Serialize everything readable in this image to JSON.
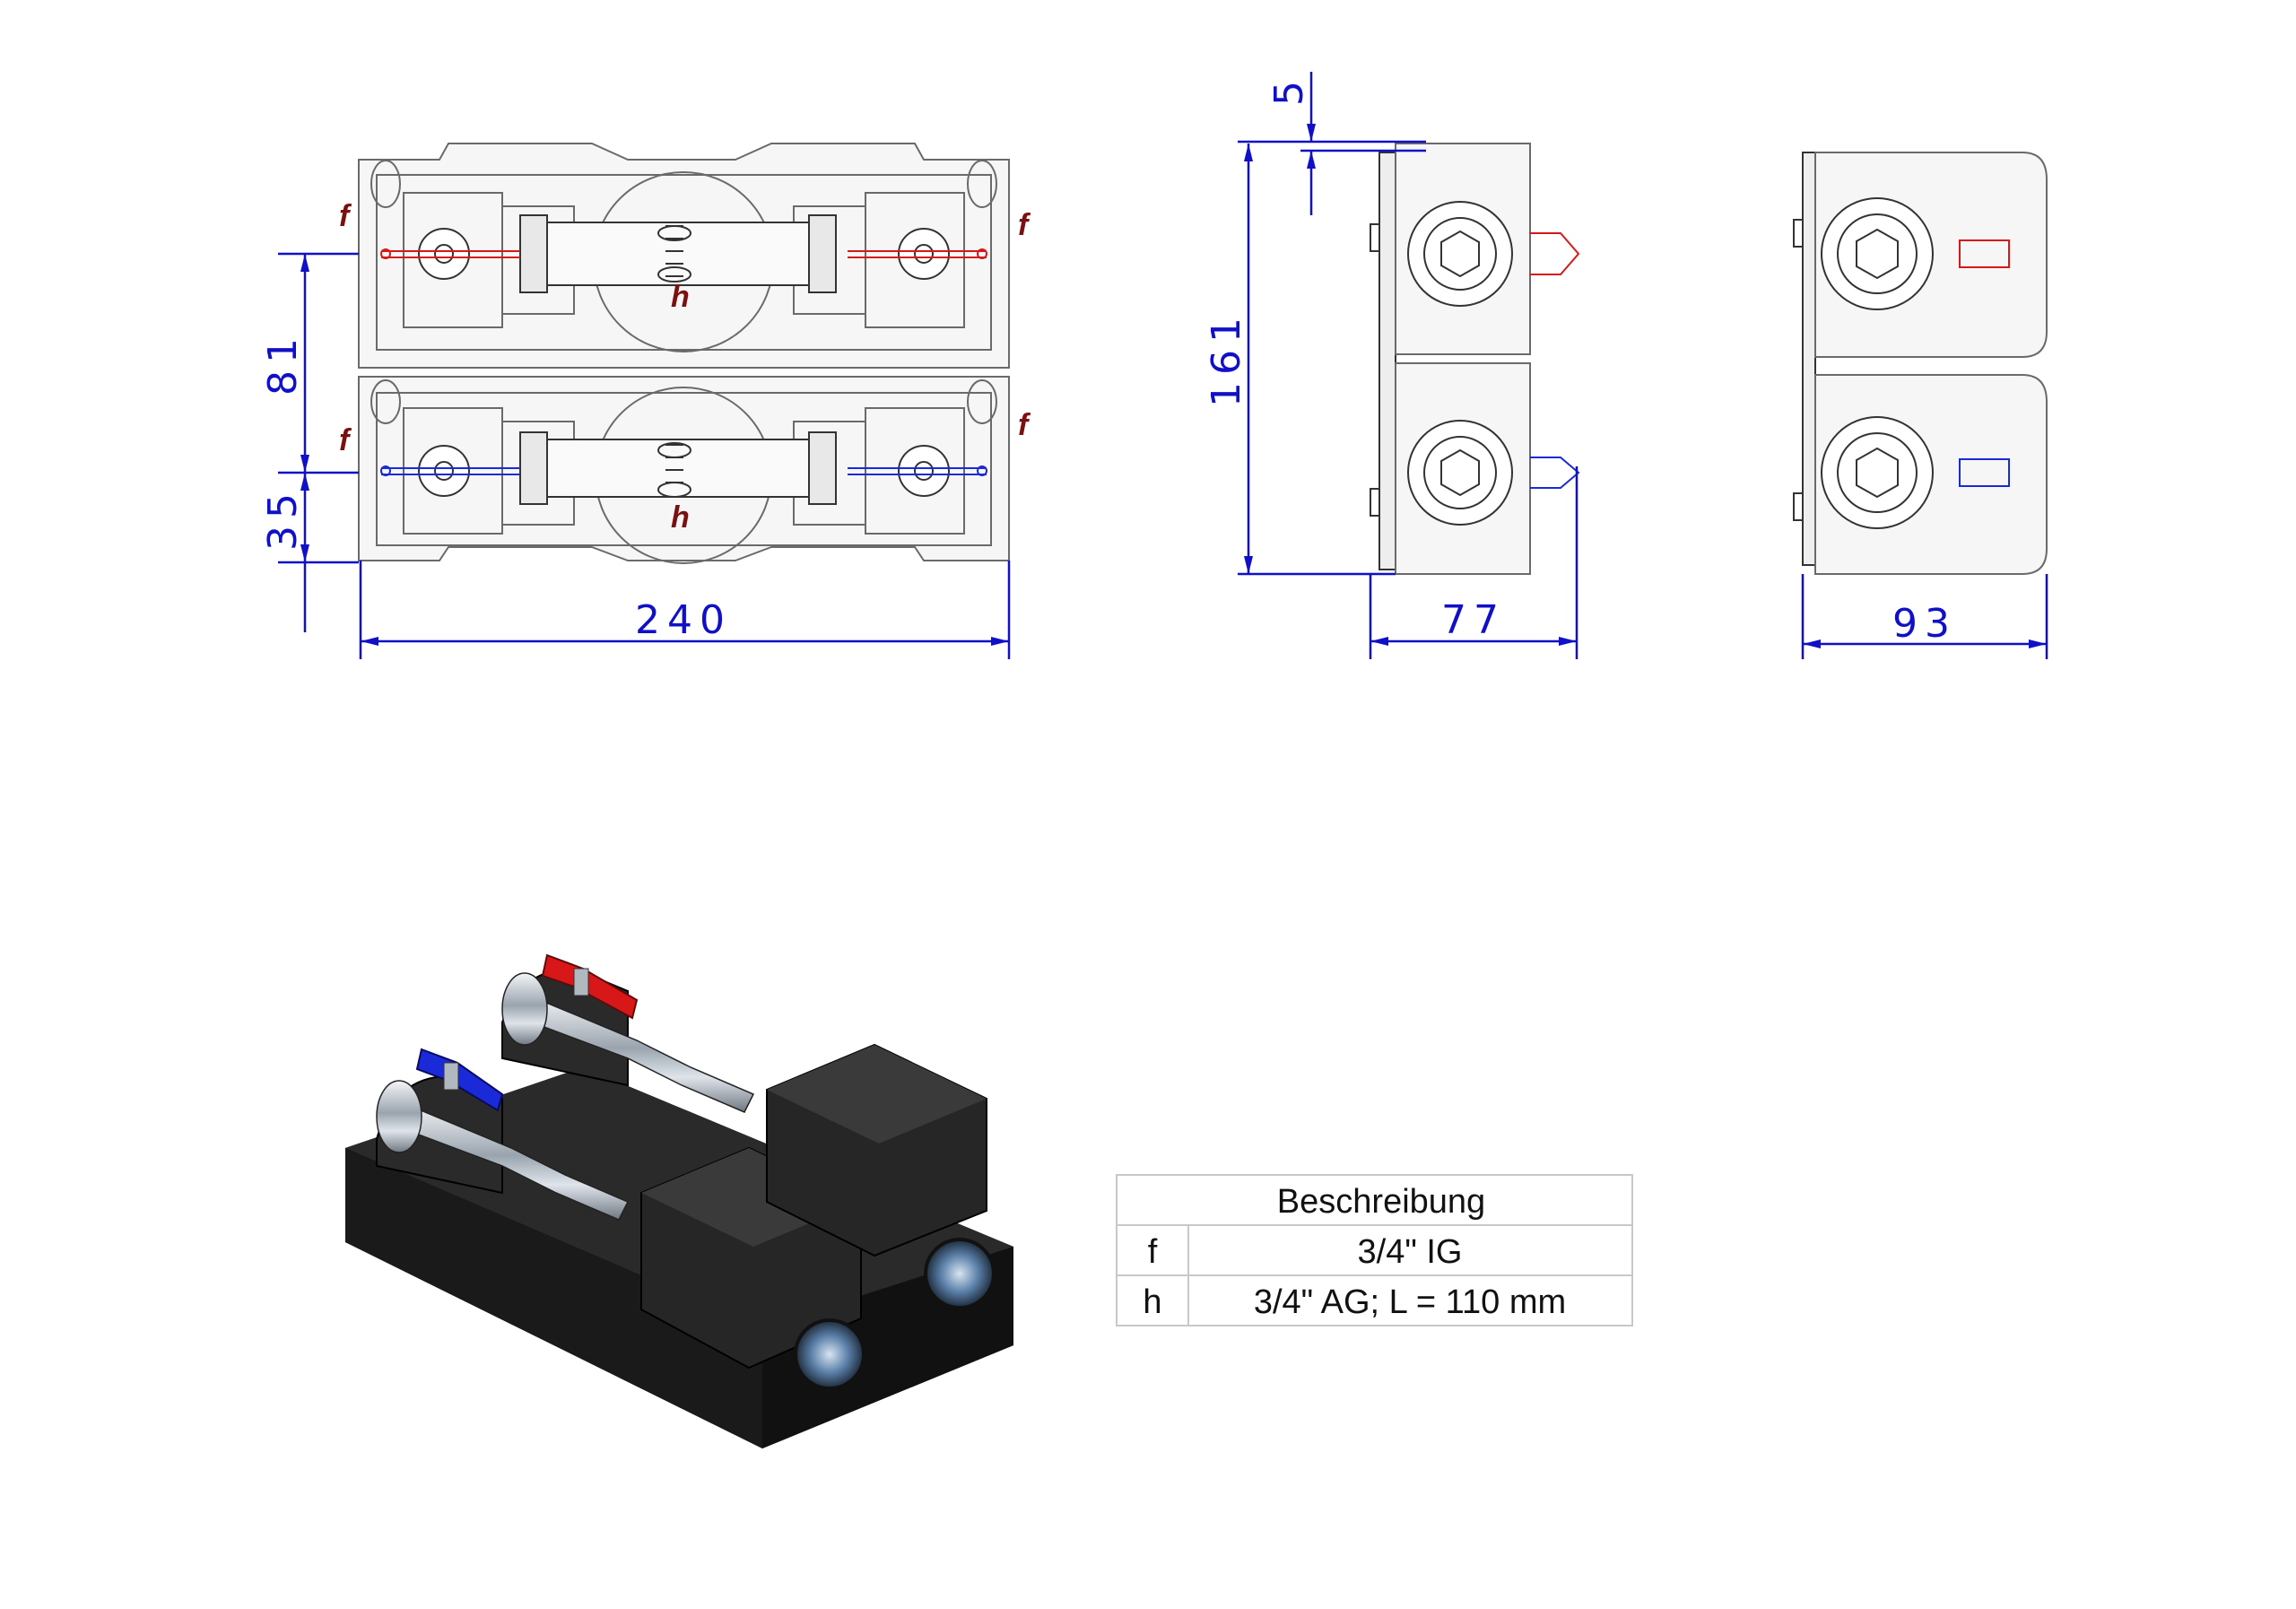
{
  "dimensions": {
    "width_front": "240",
    "height_upper": "81",
    "height_lower": "35",
    "height_total": "161",
    "top_offset": "5",
    "depth_side": "77",
    "depth_rear": "93"
  },
  "labels": {
    "f": "f",
    "h": "h"
  },
  "table": {
    "header": "Beschreibung",
    "rows": [
      {
        "key": "f",
        "value": "3/4\" IG"
      },
      {
        "key": "h",
        "value": "3/4\" AG; L = 110 mm"
      }
    ]
  },
  "colors": {
    "dimension": "#1010c8",
    "label": "#7a1010",
    "hot": "#d81818",
    "cold": "#1a2ad8",
    "body": "#1c1c1c"
  }
}
